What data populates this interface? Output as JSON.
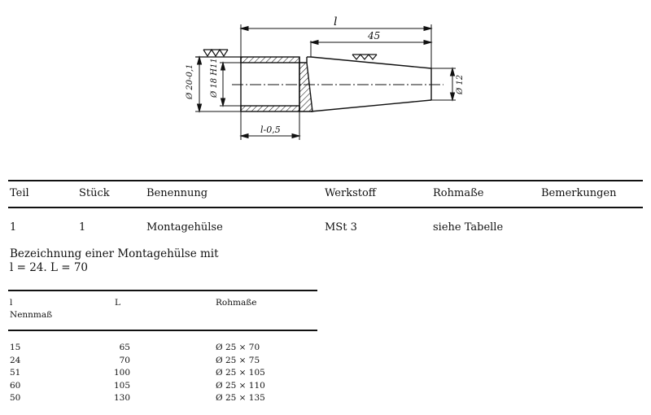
{
  "drawing": {
    "dim_l": "l",
    "dim_45": "45",
    "dim_d20": "Ø 20-0,1",
    "dim_d18": "Ø 18 H11",
    "dim_d12": "Ø 12",
    "dim_l05": "l-0,5"
  },
  "parts_table": {
    "headers": [
      "Teil",
      "Stück",
      "Benennung",
      "Werkstoff",
      "Rohmaße",
      "Bemerkungen"
    ],
    "row": [
      "1",
      "1",
      "Montagehülse",
      "MSt 3",
      "siehe Tabelle",
      ""
    ]
  },
  "designation": {
    "line1": "Bezeichnung einer Montagehülse mit",
    "line2": "l = 24. L = 70"
  },
  "size_table": {
    "header_l": "l",
    "header_nennmass": "Nennmaß",
    "header_L": "L",
    "header_rohmasse": "Rohmaße",
    "rows": [
      {
        "l": "15",
        "L": "65",
        "r": "Ø 25 × 70"
      },
      {
        "l": "24",
        "L": "70",
        "r": "Ø 25 × 75"
      },
      {
        "l": "51",
        "L": "100",
        "r": "Ø 25 × 105"
      },
      {
        "l": "60",
        "L": "105",
        "r": "Ø 25 × 110"
      },
      {
        "l": "50",
        "L": "130",
        "r": "Ø 25 × 135"
      }
    ]
  }
}
